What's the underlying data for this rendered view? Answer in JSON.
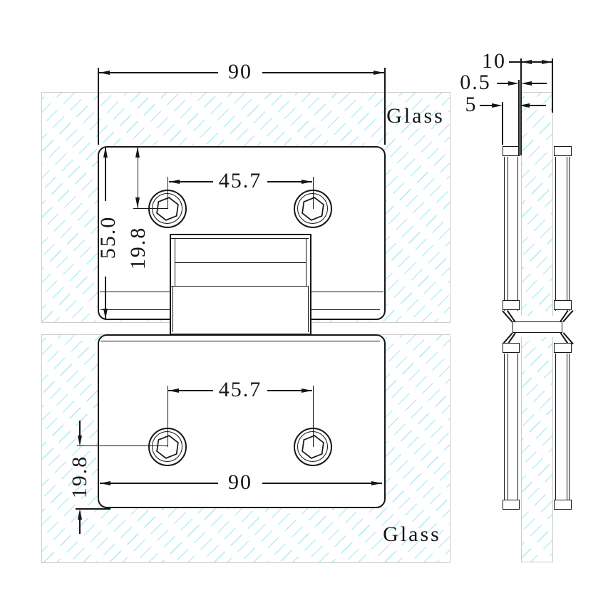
{
  "drawing": {
    "labels": {
      "glass_upper": "Glass",
      "glass_lower": "Glass"
    },
    "front_view": {
      "dim_overall_width_top": "90",
      "dim_hole_spacing_top": "45.7",
      "dim_plate_height": "55.0",
      "dim_hole_offset_top": "19.8",
      "dim_hole_spacing_bottom": "45.7",
      "dim_overall_width_bottom": "90",
      "dim_hole_offset_bottom": "19.8"
    },
    "side_view": {
      "dim_glass_thickness": "10",
      "dim_clearance": "0.5",
      "dim_plate_thickness": "5"
    },
    "colors": {
      "line": "#161616",
      "hatch": "#b9edf2",
      "glass_border": "#cccccc",
      "background": "#ffffff"
    }
  }
}
